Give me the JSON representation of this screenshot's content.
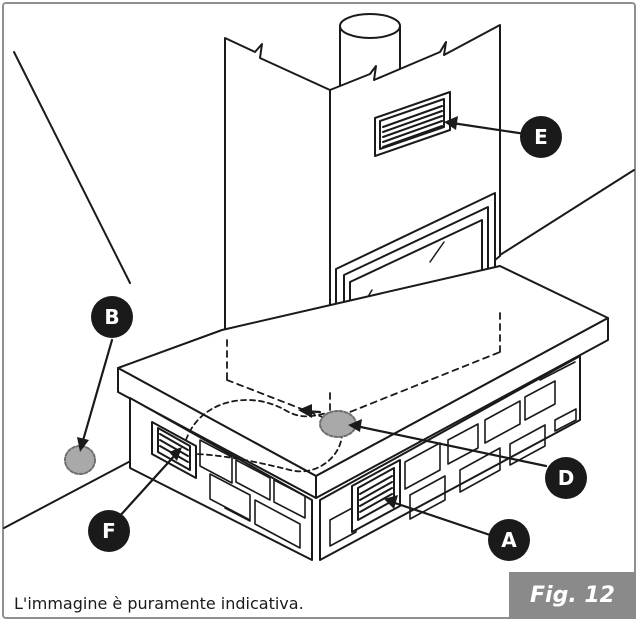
{
  "labels": {
    "a": "A",
    "b": "B",
    "d": "D",
    "e": "E",
    "f": "F"
  },
  "caption": "L'immagine è puramente indicativa.",
  "figure_label": "Fig. 12",
  "colors": {
    "line": "#1a1a1a",
    "badge_bg": "#8a8a8a",
    "badge_text": "#ffffff",
    "label_circle": "#1a1a1a",
    "vent_spot": "#a9a9a9",
    "frame": "#8f8f8f"
  }
}
